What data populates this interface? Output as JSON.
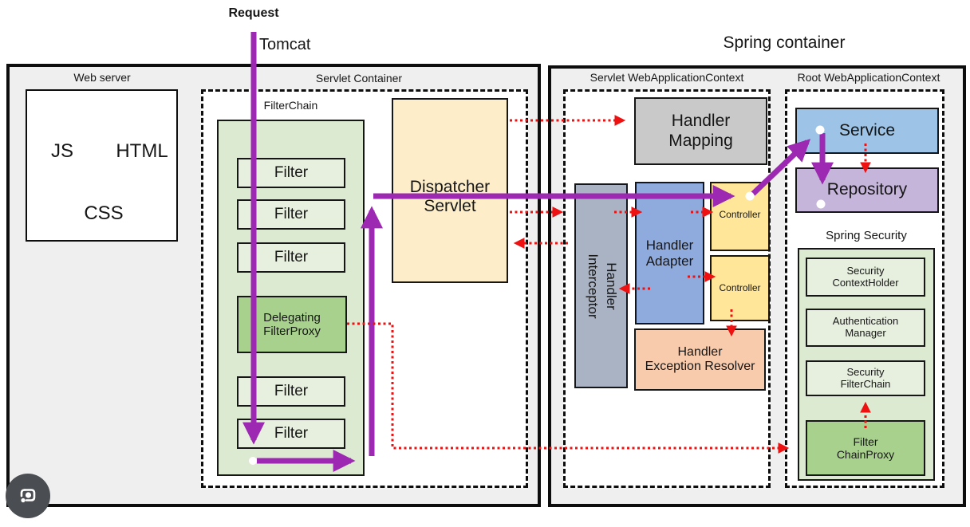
{
  "labels": {
    "request": "Request",
    "tomcat": "Tomcat",
    "spring_container": "Spring container"
  },
  "web_server": {
    "title": "Web server",
    "items": [
      "JS",
      "HTML",
      "CSS"
    ]
  },
  "servlet_container": {
    "title": "Servlet Container",
    "filter_chain": {
      "title": "FilterChain",
      "filters": [
        "Filter",
        "Filter",
        "Filter",
        "Filter",
        "Filter"
      ],
      "delegating_filter_proxy": "Delegating\nFilterProxy"
    },
    "dispatcher_servlet": "Dispatcher\nServlet"
  },
  "servlet_web_application_context": {
    "title": "Servlet WebApplicationContext",
    "handler_mapping": "Handler\nMapping",
    "handler_interceptor": "Handler\nInterceptor",
    "handler_adapter": "Handler\nAdapter",
    "controllers": [
      "Controller",
      "Controller"
    ],
    "handler_exception_resolver": "Handler\nException Resolver"
  },
  "root_web_application_context": {
    "title": "Root WebApplicationContext",
    "service": "Service",
    "repository": "Repository",
    "spring_security": {
      "title": "Spring Security",
      "security_context_holder": "Security\nContextHolder",
      "authentication_manager": "Authentication\nManager",
      "security_filter_chain": "Security\nFilterChain",
      "filter_chain_proxy": "Filter\nChainProxy"
    }
  },
  "icons": {
    "lens_camera": "camera-lens-icon"
  },
  "colors": {
    "flow_arrow": "#9d28b2",
    "dotted_arrow": "#ee1111",
    "container_bg": "#efefef",
    "green_dark": "#a9d18e",
    "green_light": "#e7f0df",
    "green_panel": "#dcead2",
    "yellow_panel": "#fdeec9",
    "gray_box": "#c9c9c9",
    "blue_gray_box": "#a9b3c4",
    "blue_box": "#8faadc",
    "yellow_box": "#ffe699",
    "orange_box": "#f8cbad",
    "service_blue": "#9dc3e6",
    "repository_purple": "#c5b5da"
  }
}
